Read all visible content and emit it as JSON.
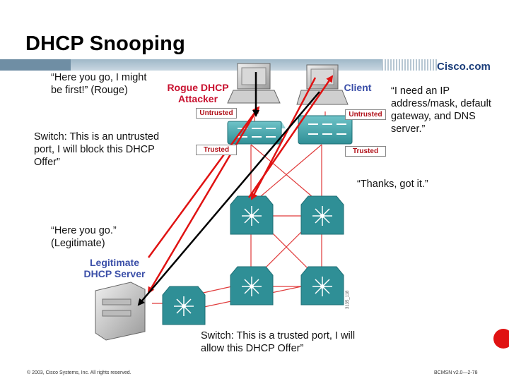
{
  "slide": {
    "title": "DHCP Snooping",
    "logo_text": "Cisco.com",
    "footer_left": "© 2003, Cisco Systems, Inc. All rights reserved.",
    "footer_right": "BCMSN v2.0—2-78",
    "figure_id": "3135_118"
  },
  "labels": {
    "rogue": "Rogue DHCP Attacker",
    "client": "Client",
    "legit_server": "Legitimate DHCP Server"
  },
  "ports": {
    "untrusted_left": "Untrusted",
    "untrusted_right": "Untrusted",
    "trusted_left": "Trusted",
    "trusted_right": "Trusted"
  },
  "notes": {
    "rogue_offer": "“Here you go, I might be first!” (Rouge)",
    "client_request": "“I need an IP address/mask, default gateway, and DNS server.”",
    "switch_untrusted": "Switch: This is an untrusted port, I will block this DHCP Offer”",
    "thanks": "“Thanks, got it.”",
    "legit_offer": "“Here you go.” (Legitimate)",
    "switch_trusted": "Switch: This is a trusted port, I will allow this DHCP Offer”"
  },
  "colors": {
    "red_arrow": "#e01212",
    "black_arrow": "#000000",
    "switch_teal": "#2f8f96",
    "link_red": "#e03a3a",
    "rogue_label": "#c8102e",
    "client_label": "#3b4fa8"
  }
}
